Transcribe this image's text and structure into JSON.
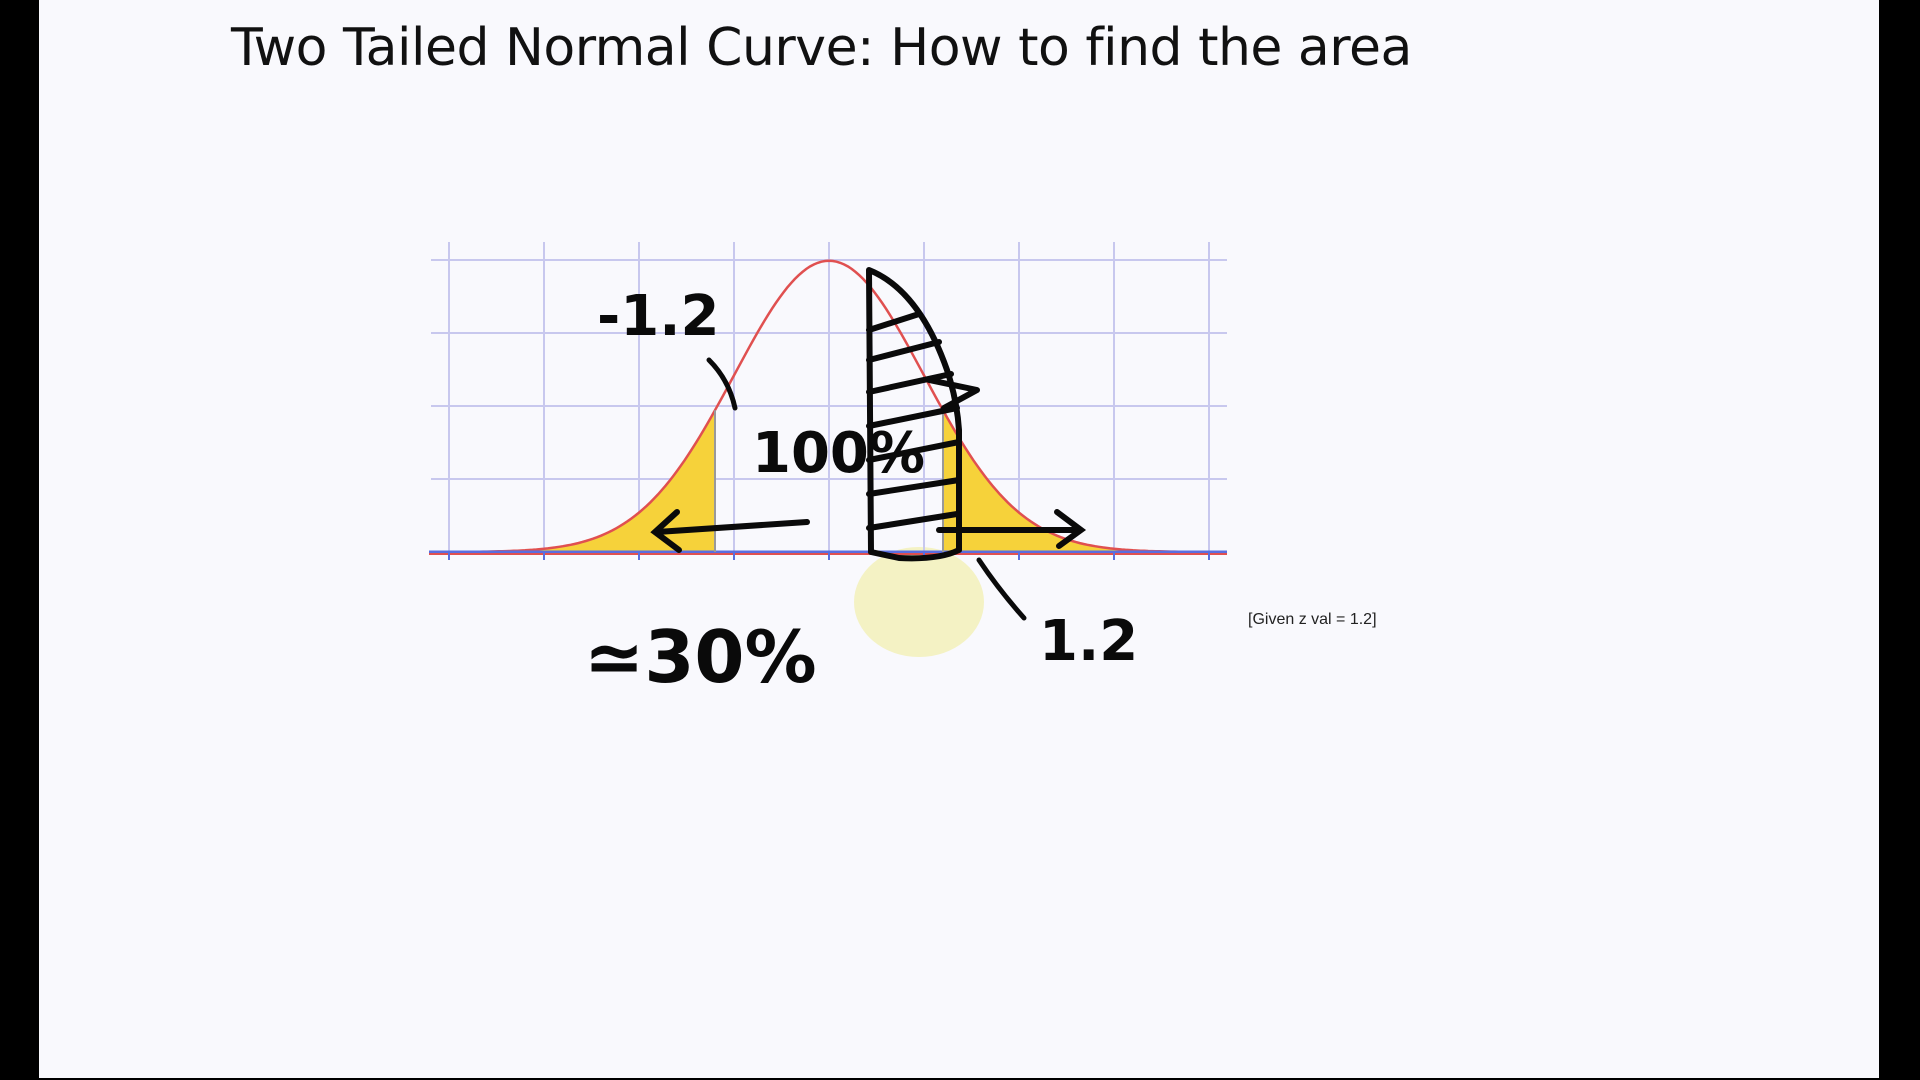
{
  "slide": {
    "title": "Two Tailed Normal Curve: How to find the area",
    "caption": "[Given z val = 1.2]"
  },
  "annotations": {
    "left_z": "-1.2",
    "right_z": "1.2",
    "center_area": "100%",
    "tail_area": "≃30%"
  },
  "chart_data": {
    "type": "area",
    "series": [
      {
        "values": []
      }
    ],
    "xlim": [
      -4,
      4
    ],
    "ylim": [
      0,
      0.4
    ],
    "shaded_tails": {
      "left_below": -1.2,
      "right_above": 1.2
    },
    "grid": true,
    "colors": {
      "curve": "#e05050",
      "tail_fill": "#f6d23a",
      "grid": "#c8c8ee",
      "axis": "#5a6ee0",
      "ink": "#0a0a0a",
      "highlight": "#f2efb0"
    }
  }
}
